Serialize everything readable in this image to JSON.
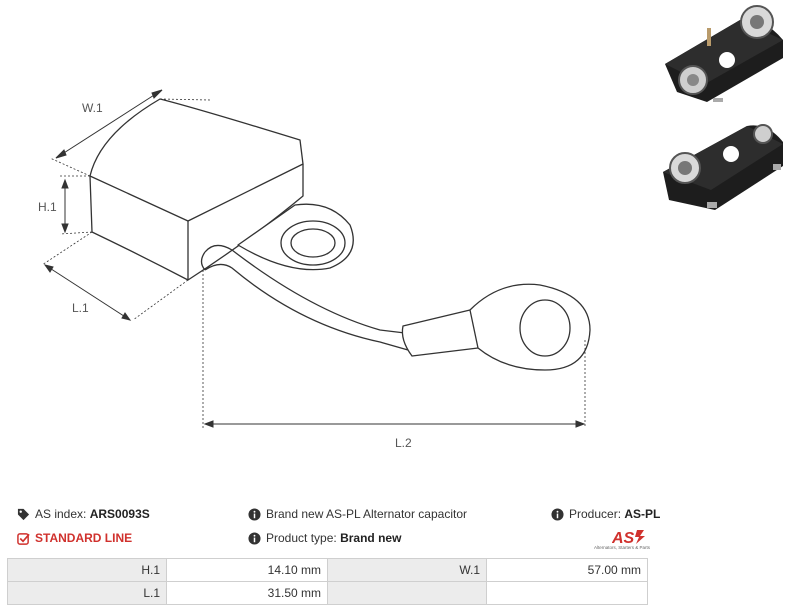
{
  "drawing": {
    "labels": {
      "w1": "W.1",
      "h1": "H.1",
      "l1": "L.1",
      "l2": "L.2"
    }
  },
  "info": {
    "as_index_label": "AS index:",
    "as_index_value": "ARS0093S",
    "description": "Brand new AS-PL Alternator capacitor",
    "producer_label": "Producer:",
    "producer_value": "AS-PL",
    "line_label": "STANDARD LINE",
    "product_type_label": "Product type:",
    "product_type_value": "Brand new",
    "logo_text": "AS",
    "logo_tagline": "Alternators, Starters & Parts"
  },
  "dimensions": [
    {
      "label": "H.1",
      "value": "14.10 mm",
      "label2": "W.1",
      "value2": "57.00 mm"
    },
    {
      "label": "L.1",
      "value": "31.50 mm",
      "label2": "",
      "value2": ""
    }
  ],
  "colors": {
    "accent": "#d0312d",
    "table_label_bg": "#ececec",
    "border": "#cfcfcf"
  }
}
